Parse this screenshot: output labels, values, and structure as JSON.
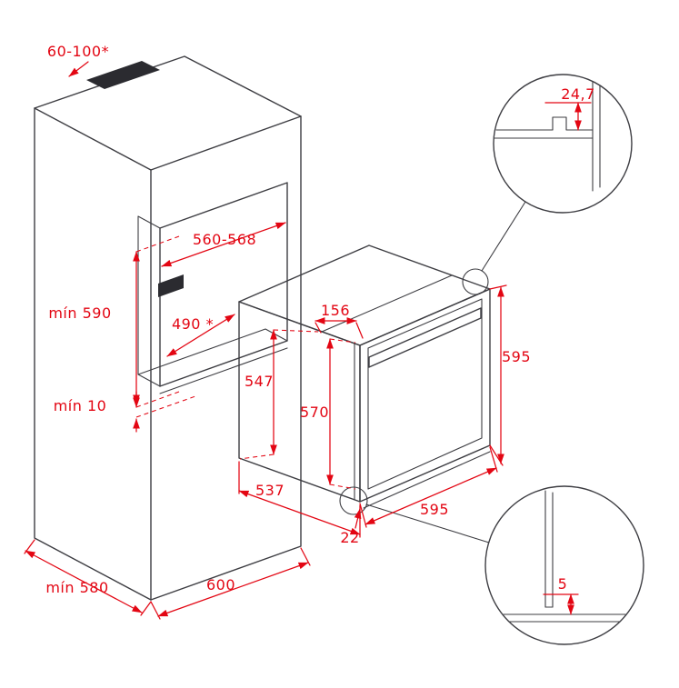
{
  "diagram": {
    "colors": {
      "dimension": "#e30613",
      "outline": "#3d3d42",
      "dark_fill": "#2b2b30",
      "background": "#ffffff"
    },
    "labels": {
      "vent": "60-100*",
      "niche_width": "560-568",
      "niche_height": "mín 590",
      "niche_depth": "490 *",
      "bottom_gap": "mín 10",
      "top_inset": "156",
      "side_dim": "547",
      "inner_height": "570",
      "oven_height": "595",
      "oven_depth": "537",
      "oven_width": "595",
      "front_lip": "22",
      "detail_top": "24,7",
      "detail_bottom": "5",
      "cabinet_depth": "mín 580",
      "cabinet_width": "600"
    }
  }
}
